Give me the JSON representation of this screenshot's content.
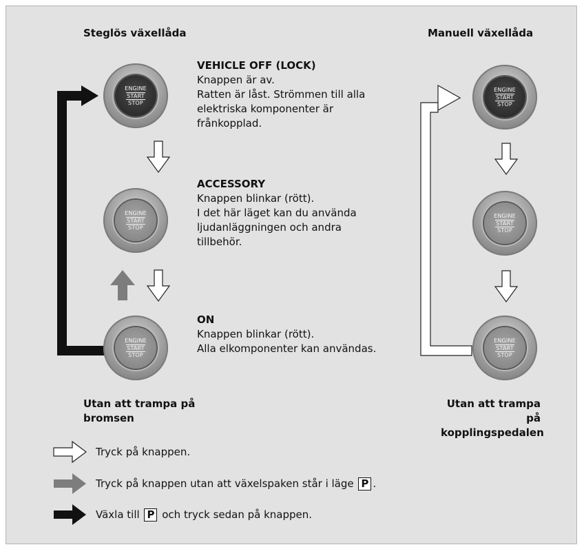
{
  "left_heading": "Steglös växellåda",
  "right_heading": "Manuell växellåda",
  "button_text": {
    "line1": "ENGINE",
    "line2": "START",
    "line3": "STOP"
  },
  "states": [
    {
      "title": "VEHICLE OFF (LOCK)",
      "lines": [
        "Knappen är av.",
        "Ratten är låst. Strömmen till alla",
        "elektriska komponenter är",
        "frånkopplad."
      ]
    },
    {
      "title": "ACCESSORY",
      "lines": [
        "Knappen blinkar (rött).",
        "I det här läget kan du använda",
        "ljudanläggningen och andra",
        "tillbehör."
      ]
    },
    {
      "title": "ON",
      "lines": [
        "Knappen blinkar (rött).",
        "Alla elkomponenter kan användas."
      ]
    }
  ],
  "left_footer": [
    "Utan att trampa på",
    "bromsen"
  ],
  "right_footer": [
    "Utan att trampa på",
    "kopplingspedalen"
  ],
  "legend": {
    "white": "Tryck på knappen.",
    "gray_before": "Tryck på knappen utan att växelspaken står i läge",
    "gray_symbol": "P",
    "gray_after": ".",
    "black_before": "Växla till",
    "black_symbol": "P",
    "black_after": "och tryck sedan på knappen."
  },
  "colors": {
    "background": "#e2e2e2",
    "white_arrow": "#ffffff",
    "gray_arrow": "#7d7d7d",
    "black_arrow": "#111111"
  }
}
